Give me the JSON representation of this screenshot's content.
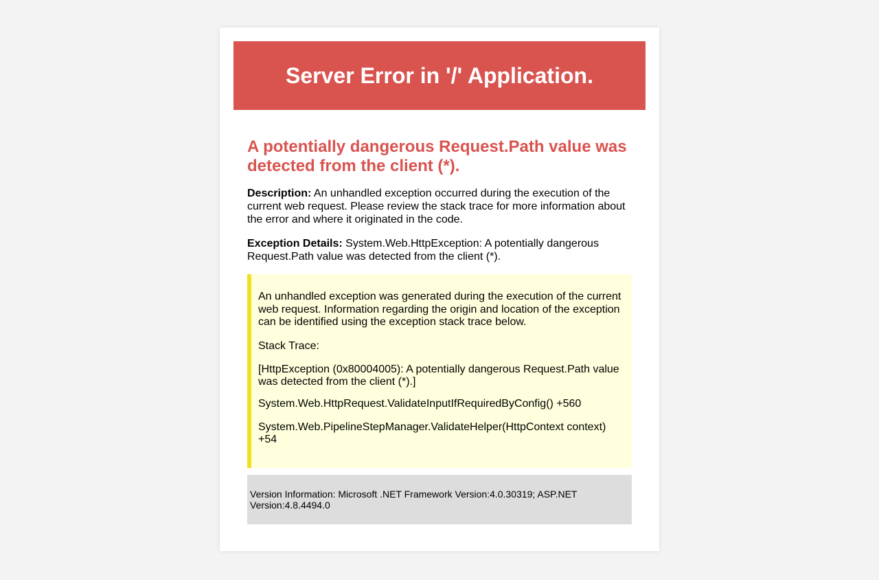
{
  "page": {
    "title": "Server Error in '/' Application."
  },
  "error": {
    "heading": "A potentially dangerous Request.Path value was detected from the client (*).",
    "description_label": "Description:",
    "description_text": " An unhandled exception occurred during the execution of the current web request. Please review the stack trace for more information about the error and where it originated in the code.",
    "exception_label": "Exception Details:",
    "exception_text": " System.Web.HttpException: A potentially dangerous Request.Path value was detected from the client (*)."
  },
  "trace": {
    "intro": "An unhandled exception was generated during the execution of the current web request. Information regarding the origin and location of the exception can be identified using the exception stack trace below.",
    "heading": "Stack Trace:",
    "exception_line": "[HttpException (0x80004005): A potentially dangerous Request.Path value was detected from the client (*).]",
    "frames": [
      "System.Web.HttpRequest.ValidateInputIfRequiredByConfig() +560",
      "System.Web.PipelineStepManager.ValidateHelper(HttpContext context) +54"
    ]
  },
  "version": {
    "text": "Version Information: Microsoft .NET Framework Version:4.0.30319; ASP.NET Version:4.8.4494.0"
  },
  "colors": {
    "banner": "#d9534f",
    "error_heading": "#d9534f",
    "trace_background": "#ffffdd",
    "trace_border": "#f0e020",
    "version_background": "#dddddd",
    "page_background": "#f3f3f3"
  }
}
